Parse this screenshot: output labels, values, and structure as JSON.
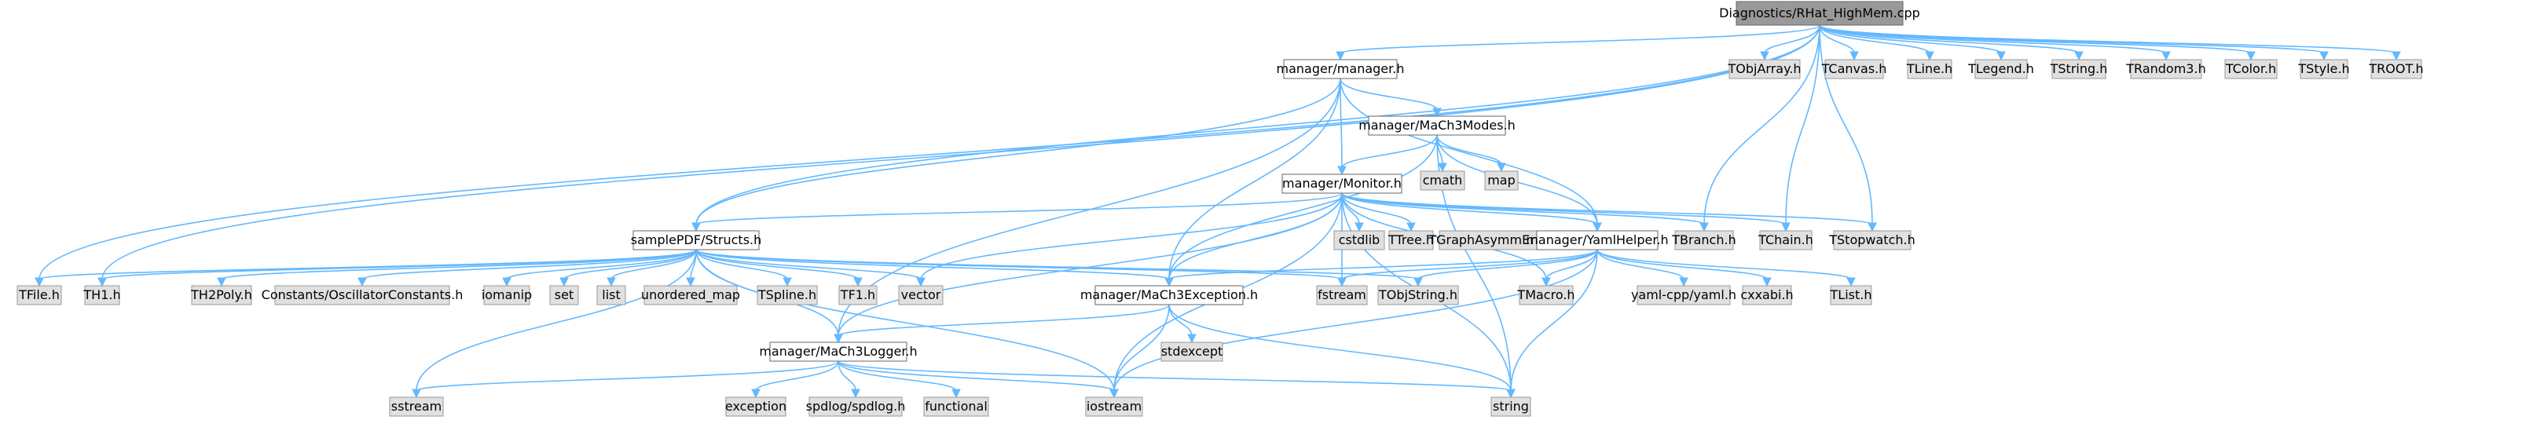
{
  "diagram": {
    "type": "include-dependency-graph",
    "colors": {
      "edge": "#63b8ff",
      "root_fill": "#999999",
      "file_fill": "#ffffff",
      "external_fill": "#e0e0e0",
      "border": "#666666"
    },
    "nodes": [
      {
        "id": "root",
        "label": "Diagnostics/RHat_HighMem.cpp",
        "kind": "root"
      },
      {
        "id": "manager",
        "label": "manager/manager.h",
        "kind": "file"
      },
      {
        "id": "tobjarray",
        "label": "TObjArray.h",
        "kind": "ext"
      },
      {
        "id": "tcanvas",
        "label": "TCanvas.h",
        "kind": "ext"
      },
      {
        "id": "tline",
        "label": "TLine.h",
        "kind": "ext"
      },
      {
        "id": "tlegend",
        "label": "TLegend.h",
        "kind": "ext"
      },
      {
        "id": "tstring",
        "label": "TString.h",
        "kind": "ext"
      },
      {
        "id": "trandom3",
        "label": "TRandom3.h",
        "kind": "ext"
      },
      {
        "id": "tcolor",
        "label": "TColor.h",
        "kind": "ext"
      },
      {
        "id": "tstyle",
        "label": "TStyle.h",
        "kind": "ext"
      },
      {
        "id": "troot",
        "label": "TROOT.h",
        "kind": "ext"
      },
      {
        "id": "mach3modes",
        "label": "manager/MaCh3Modes.h",
        "kind": "file"
      },
      {
        "id": "monitor",
        "label": "manager/Monitor.h",
        "kind": "file"
      },
      {
        "id": "cmath",
        "label": "cmath",
        "kind": "ext"
      },
      {
        "id": "map",
        "label": "map",
        "kind": "ext"
      },
      {
        "id": "samplepdf",
        "label": "samplePDF/Structs.h",
        "kind": "file"
      },
      {
        "id": "cstdlib",
        "label": "cstdlib",
        "kind": "ext"
      },
      {
        "id": "ttree",
        "label": "TTree.h",
        "kind": "ext"
      },
      {
        "id": "tgraph",
        "label": "TGraphAsymmErrors.h",
        "kind": "ext"
      },
      {
        "id": "yamlhelper",
        "label": "manager/YamlHelper.h",
        "kind": "file"
      },
      {
        "id": "tbranch",
        "label": "TBranch.h",
        "kind": "ext"
      },
      {
        "id": "tchain",
        "label": "TChain.h",
        "kind": "ext"
      },
      {
        "id": "tstopwatch",
        "label": "TStopwatch.h",
        "kind": "ext"
      },
      {
        "id": "tfile",
        "label": "TFile.h",
        "kind": "ext"
      },
      {
        "id": "th1",
        "label": "TH1.h",
        "kind": "ext"
      },
      {
        "id": "th2poly",
        "label": "TH2Poly.h",
        "kind": "ext"
      },
      {
        "id": "oscconst",
        "label": "Constants/OscillatorConstants.h",
        "kind": "ext"
      },
      {
        "id": "iomanip",
        "label": "iomanip",
        "kind": "ext"
      },
      {
        "id": "set",
        "label": "set",
        "kind": "ext"
      },
      {
        "id": "list",
        "label": "list",
        "kind": "ext"
      },
      {
        "id": "umap",
        "label": "unordered_map",
        "kind": "ext"
      },
      {
        "id": "tspline",
        "label": "TSpline.h",
        "kind": "ext"
      },
      {
        "id": "tf1",
        "label": "TF1.h",
        "kind": "ext"
      },
      {
        "id": "vector",
        "label": "vector",
        "kind": "ext"
      },
      {
        "id": "exception_h",
        "label": "manager/MaCh3Exception.h",
        "kind": "file"
      },
      {
        "id": "fstream",
        "label": "fstream",
        "kind": "ext"
      },
      {
        "id": "tobjstring",
        "label": "TObjString.h",
        "kind": "ext"
      },
      {
        "id": "tmacro",
        "label": "TMacro.h",
        "kind": "ext"
      },
      {
        "id": "yamlcpp",
        "label": "yaml-cpp/yaml.h",
        "kind": "ext"
      },
      {
        "id": "cxxabi",
        "label": "cxxabi.h",
        "kind": "ext"
      },
      {
        "id": "tlist",
        "label": "TList.h",
        "kind": "ext"
      },
      {
        "id": "stdexcept",
        "label": "stdexcept",
        "kind": "ext"
      },
      {
        "id": "logger",
        "label": "manager/MaCh3Logger.h",
        "kind": "file"
      },
      {
        "id": "sstream",
        "label": "sstream",
        "kind": "ext"
      },
      {
        "id": "exception",
        "label": "exception",
        "kind": "ext"
      },
      {
        "id": "spdlog",
        "label": "spdlog/spdlog.h",
        "kind": "ext"
      },
      {
        "id": "functional",
        "label": "functional",
        "kind": "ext"
      },
      {
        "id": "iostream",
        "label": "iostream",
        "kind": "ext"
      },
      {
        "id": "string",
        "label": "string",
        "kind": "ext"
      }
    ],
    "edges": [
      [
        "root",
        "manager"
      ],
      [
        "root",
        "tobjarray"
      ],
      [
        "root",
        "tcanvas"
      ],
      [
        "root",
        "tline"
      ],
      [
        "root",
        "tlegend"
      ],
      [
        "root",
        "tstring"
      ],
      [
        "root",
        "trandom3"
      ],
      [
        "root",
        "tcolor"
      ],
      [
        "root",
        "tstyle"
      ],
      [
        "root",
        "troot"
      ],
      [
        "root",
        "tfile"
      ],
      [
        "root",
        "th1"
      ],
      [
        "root",
        "samplepdf"
      ],
      [
        "root",
        "tbranch"
      ],
      [
        "root",
        "tchain"
      ],
      [
        "root",
        "tstopwatch"
      ],
      [
        "manager",
        "mach3modes"
      ],
      [
        "manager",
        "monitor"
      ],
      [
        "manager",
        "samplepdf"
      ],
      [
        "manager",
        "yamlhelper"
      ],
      [
        "manager",
        "exception_h"
      ],
      [
        "manager",
        "logger"
      ],
      [
        "mach3modes",
        "cmath"
      ],
      [
        "mach3modes",
        "map"
      ],
      [
        "mach3modes",
        "monitor"
      ],
      [
        "mach3modes",
        "yamlhelper"
      ],
      [
        "mach3modes",
        "exception_h"
      ],
      [
        "mach3modes",
        "string"
      ],
      [
        "monitor",
        "cstdlib"
      ],
      [
        "monitor",
        "ttree"
      ],
      [
        "monitor",
        "tbranch"
      ],
      [
        "monitor",
        "tchain"
      ],
      [
        "monitor",
        "tstopwatch"
      ],
      [
        "monitor",
        "samplepdf"
      ],
      [
        "monitor",
        "yamlhelper"
      ],
      [
        "monitor",
        "exception_h"
      ],
      [
        "monitor",
        "logger"
      ],
      [
        "monitor",
        "vector"
      ],
      [
        "monitor",
        "fstream"
      ],
      [
        "monitor",
        "tmacro"
      ],
      [
        "monitor",
        "iostream"
      ],
      [
        "monitor",
        "string"
      ],
      [
        "samplepdf",
        "tfile"
      ],
      [
        "samplepdf",
        "th1"
      ],
      [
        "samplepdf",
        "th2poly"
      ],
      [
        "samplepdf",
        "oscconst"
      ],
      [
        "samplepdf",
        "iomanip"
      ],
      [
        "samplepdf",
        "set"
      ],
      [
        "samplepdf",
        "list"
      ],
      [
        "samplepdf",
        "umap"
      ],
      [
        "samplepdf",
        "tspline"
      ],
      [
        "samplepdf",
        "tf1"
      ],
      [
        "samplepdf",
        "vector"
      ],
      [
        "samplepdf",
        "exception_h"
      ],
      [
        "samplepdf",
        "fstream"
      ],
      [
        "samplepdf",
        "tobjstring"
      ],
      [
        "samplepdf",
        "logger"
      ],
      [
        "samplepdf",
        "sstream"
      ],
      [
        "samplepdf",
        "iostream"
      ],
      [
        "yamlhelper",
        "fstream"
      ],
      [
        "yamlhelper",
        "tobjstring"
      ],
      [
        "yamlhelper",
        "tmacro"
      ],
      [
        "yamlhelper",
        "yamlcpp"
      ],
      [
        "yamlhelper",
        "cxxabi"
      ],
      [
        "yamlhelper",
        "tlist"
      ],
      [
        "yamlhelper",
        "exception_h"
      ],
      [
        "yamlhelper",
        "iostream"
      ],
      [
        "yamlhelper",
        "string"
      ],
      [
        "exception_h",
        "stdexcept"
      ],
      [
        "exception_h",
        "logger"
      ],
      [
        "exception_h",
        "iostream"
      ],
      [
        "exception_h",
        "string"
      ],
      [
        "logger",
        "sstream"
      ],
      [
        "logger",
        "exception"
      ],
      [
        "logger",
        "spdlog"
      ],
      [
        "logger",
        "functional"
      ],
      [
        "logger",
        "iostream"
      ],
      [
        "logger",
        "string"
      ]
    ]
  }
}
